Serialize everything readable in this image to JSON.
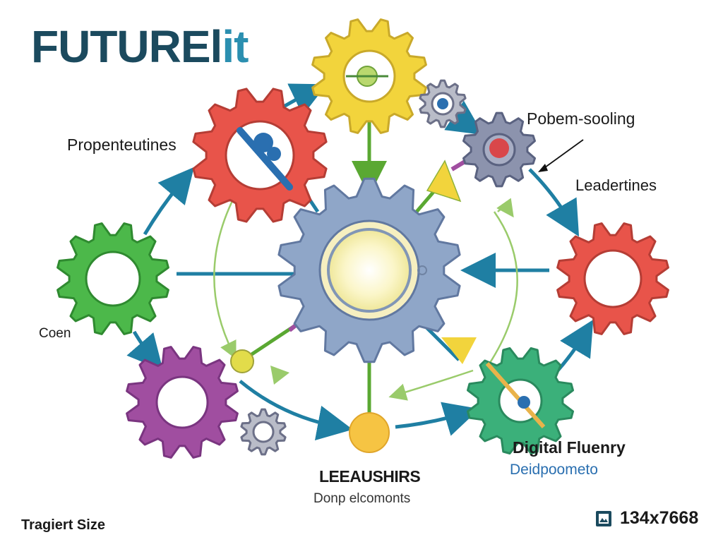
{
  "title": {
    "main": "FUTUREl",
    "accent": "it"
  },
  "labels": {
    "propenteutines": "Propenteutines",
    "problem_solving": "Pobem-sooling",
    "leadership": "Leadertines",
    "coen": "Coen",
    "leadership_caps": "LEEAUSHIRS",
    "comp_elcomonts": "Donp elcomonts",
    "digital_fluency": "Digital Fluenry",
    "development": "Deidpoometo"
  },
  "footer": {
    "size_label": "Tragiert Size",
    "dimensions": "134x7668",
    "dimensions_icon": "image-icon"
  },
  "colors": {
    "title_dark": "#1b4a5e",
    "title_accent": "#2b8fb0",
    "arrow_blue": "#1f7fa3",
    "arrow_green": "#6fb23a",
    "gear_yellow": "#f2d43c",
    "gear_red": "#e8544a",
    "gear_green": "#4cb84a",
    "gear_purple": "#a04ea0",
    "gear_center": "#8fa6c8",
    "gear_teal": "#3bb07a"
  }
}
